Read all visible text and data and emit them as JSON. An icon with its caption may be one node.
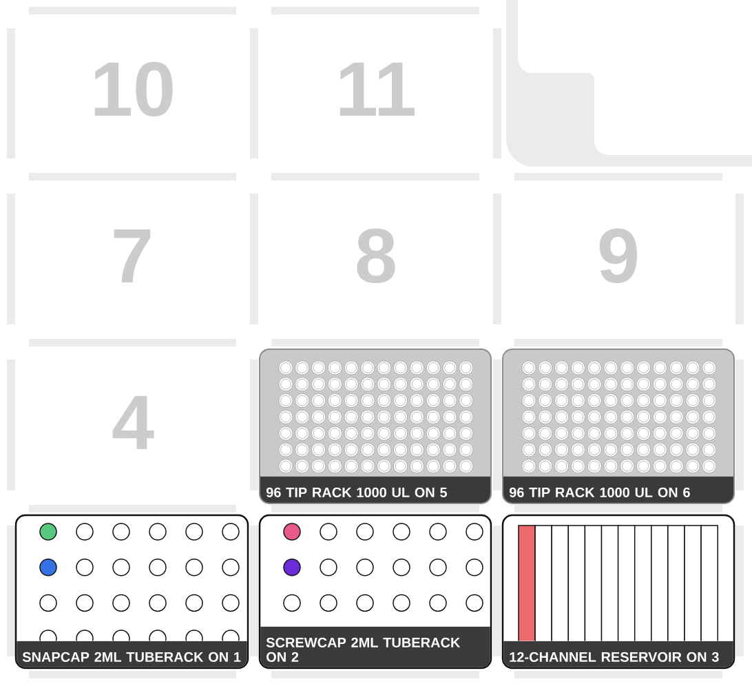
{
  "diagram": {
    "nodes": [
      {
        "text": [
          "96 TIP RACK 1000 UL ON 5"
        ]
      },
      {
        "text": [
          "96 TIP RACK 1000 UL ON 6"
        ]
      },
      {
        "text": [
          "SNAPCAP 2ML TUBERACK ON 1"
        ]
      },
      {
        "text": [
          "SCREWCAP 2ML TUBERACK ON 2"
        ]
      },
      {
        "text": [
          "12-CHANNEL RESERVOIR ON 3"
        ]
      }
    ],
    "labels": [
      "10",
      "11",
      "7",
      "8",
      "9",
      "4"
    ]
  }
}
